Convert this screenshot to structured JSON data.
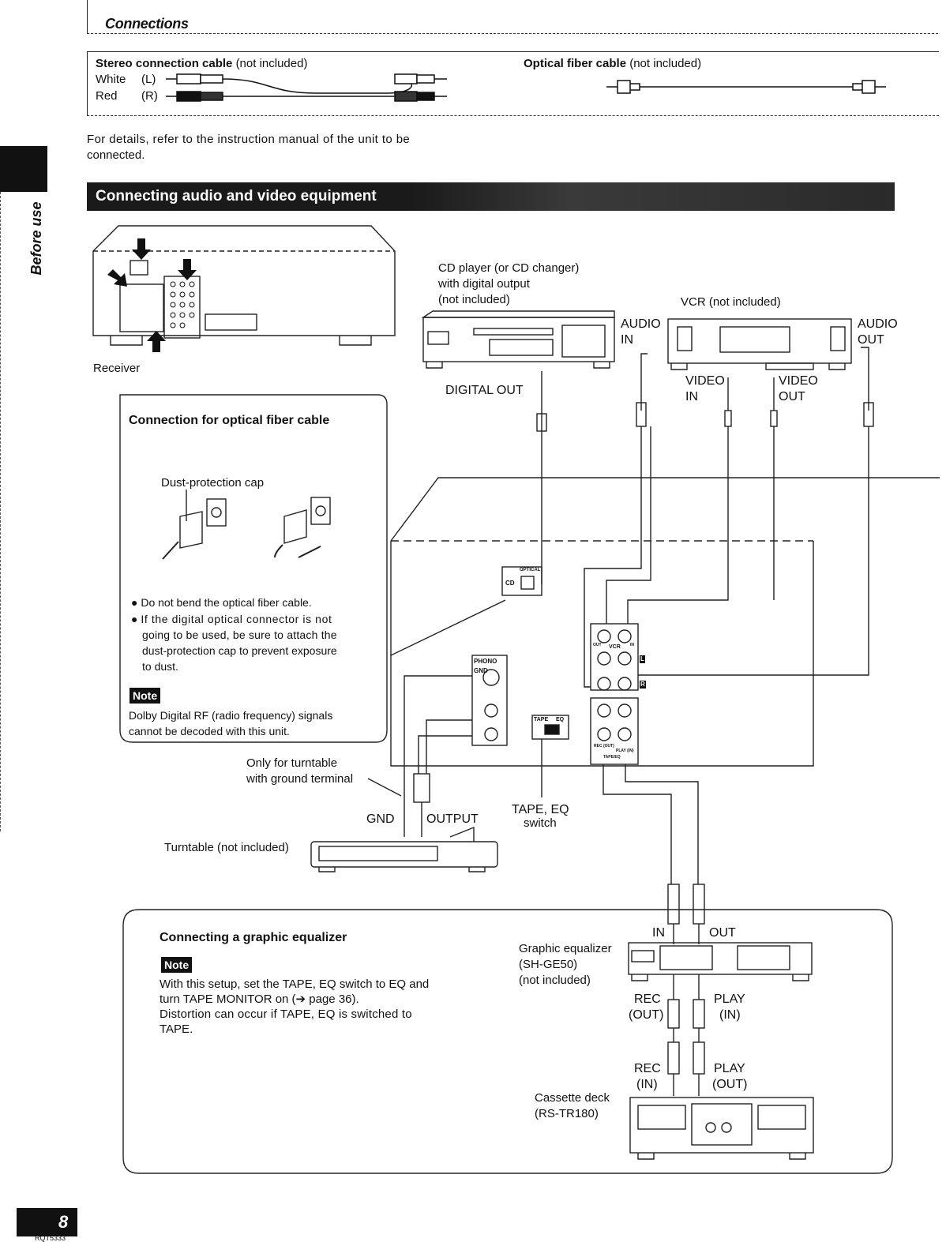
{
  "header": {
    "section_title": "Connections"
  },
  "cables": {
    "stereo_title": "Stereo connection cable",
    "stereo_note": "(not included)",
    "white_label": "White",
    "white_channel": "(L)",
    "red_label": "Red",
    "red_channel": "(R)",
    "optical_title": "Optical fiber cable",
    "optical_note": "(not included)"
  },
  "details_text_1": "For details, refer to the instruction manual of the unit to be",
  "details_text_2": "connected.",
  "banner": {
    "title": "Connecting audio and video equipment"
  },
  "side_tab": {
    "label": "Before use"
  },
  "devices": {
    "receiver": "Receiver",
    "cd_1": "CD player (or CD changer)",
    "cd_2": "with digital output",
    "cd_3": "(not included)",
    "vcr": "VCR (not included)",
    "audio_in_1": "AUDIO",
    "audio_in_2": "IN",
    "audio_out_1": "AUDIO",
    "audio_out_2": "OUT",
    "video_in_1": "VIDEO",
    "video_in_2": "IN",
    "video_out_1": "VIDEO",
    "video_out_2": "OUT",
    "digital_out": "DIGITAL OUT",
    "turntable_note_1": "Only for turntable",
    "turntable_note_2": "with ground terminal",
    "gnd": "GND",
    "output": "OUTPUT",
    "turntable": "Turntable (not included)",
    "tape_eq_1": "TAPE, EQ",
    "tape_eq_2": "switch"
  },
  "optical_box": {
    "title": "Connection for optical fiber cable",
    "cap_label": "Dust-protection cap",
    "bullet_1": "Do not bend the optical fiber cable.",
    "bullet_2_1": "If the digital optical connector is not",
    "bullet_2_2": "going to be used, be sure to attach the",
    "bullet_2_3": "dust-protection cap to prevent exposure",
    "bullet_2_4": "to dust.",
    "note_badge": "Note",
    "note_1": "Dolby Digital RF (radio frequency) signals",
    "note_2": "cannot be decoded with this unit."
  },
  "panel": {
    "optical": "OPTICAL",
    "cd": "CD",
    "phono": "PHONO",
    "gnd": "GND",
    "vcr": "VCR",
    "out": "OUT",
    "in": "IN",
    "l": "L",
    "r": "R",
    "tape": "TAPE",
    "eq": "EQ",
    "rec_out": "REC (OUT)",
    "play_in": "PLAY (IN)",
    "tape_eq": "TAPE/EQ"
  },
  "equalizer_box": {
    "title": "Connecting a graphic equalizer",
    "note_badge": "Note",
    "line_1": "With this setup, set the TAPE, EQ switch to EQ and",
    "line_2": "turn TAPE MONITOR on (➔ page 36).",
    "line_3": "Distortion can occur if TAPE, EQ is switched to",
    "line_4": "TAPE.",
    "in": "IN",
    "out": "OUT",
    "eq_1": "Graphic equalizer",
    "eq_2": "(SH-GE50)",
    "eq_3": "(not included)",
    "rec_1": "REC",
    "rec_out": "(OUT)",
    "play_1": "PLAY",
    "play_in": "(IN)",
    "rec_2": "REC",
    "rec_in": "(IN)",
    "play_2": "PLAY",
    "play_out": "(OUT)",
    "deck_1": "Cassette deck",
    "deck_2": "(RS-TR180)"
  },
  "footer": {
    "page_number": "8",
    "doc_code": "RQT5333"
  }
}
